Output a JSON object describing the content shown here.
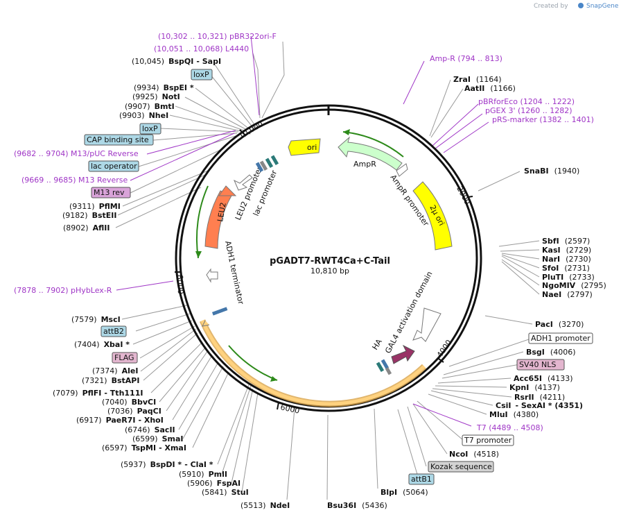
{
  "plasmid": {
    "name": "pGADT7-RWT4Ca+C-Tail",
    "length_label": "10,810 bp"
  },
  "branding": {
    "created_by": "Created by",
    "brand": "SnapGene"
  },
  "colors": {
    "primer": "#9f35c6",
    "backbone": "#111111",
    "ori": "#ffff00",
    "ampr": "#ccffcc",
    "leu2": "#ff7f50",
    "gal4": "#993366",
    "cds": "#ffd27f",
    "line": "#999999"
  },
  "tick_labels": [
    "10,000",
    "2000",
    "4000",
    "6000",
    "8000"
  ],
  "primers": [
    {
      "text": "(10,302 .. 10,321)  pBR322ori-F"
    },
    {
      "text": "(10,051 .. 10,068)  L4440"
    },
    {
      "text": "(9682 .. 9704)  M13/pUC Reverse"
    },
    {
      "text": "(9669 .. 9685)  M13 Reverse"
    },
    {
      "text": "(7878 .. 7902)  pHybLex-R"
    },
    {
      "text": "Amp-R    (794 .. 813)"
    },
    {
      "text": "pBRforEco    (1204 .. 1222)"
    },
    {
      "text": "pGEX 3'    (1260 .. 1282)"
    },
    {
      "text": "pRS-marker    (1382 .. 1401)"
    },
    {
      "text": "T7    (4489 .. 4508)"
    }
  ],
  "left_sites": [
    {
      "pos": "(10,045)",
      "name": "BspQI",
      "extra": "- SapI"
    },
    {
      "pos": "(9934)",
      "name": "BspEI *",
      "extra": ""
    },
    {
      "pos": "(9925)",
      "name": "NotI",
      "extra": ""
    },
    {
      "pos": "(9907)",
      "name": "BmtI",
      "extra": ""
    },
    {
      "pos": "(9903)",
      "name": "NheI",
      "extra": ""
    },
    {
      "pos": "(9311)",
      "name": "PflMI",
      "extra": ""
    },
    {
      "pos": "(9182)",
      "name": "BstEII",
      "extra": ""
    },
    {
      "pos": "(8902)",
      "name": "AflII",
      "extra": ""
    },
    {
      "pos": "(7579)",
      "name": "MscI",
      "extra": ""
    },
    {
      "pos": "(7404)",
      "name": "XbaI *",
      "extra": ""
    },
    {
      "pos": "(7374)",
      "name": "AleI",
      "extra": ""
    },
    {
      "pos": "(7321)",
      "name": "BstAPI",
      "extra": ""
    },
    {
      "pos": "(7079)",
      "name": "PflFI",
      "extra": "- Tth111I"
    },
    {
      "pos": "(7040)",
      "name": "BbvCI",
      "extra": ""
    },
    {
      "pos": "(7036)",
      "name": "PaqCI",
      "extra": ""
    },
    {
      "pos": "(6917)",
      "name": "PaeR7I",
      "extra": "- XhoI"
    },
    {
      "pos": "(6746)",
      "name": "SacII",
      "extra": ""
    },
    {
      "pos": "(6599)",
      "name": "SmaI",
      "extra": ""
    },
    {
      "pos": "(6597)",
      "name": "TspMI",
      "extra": "- XmaI"
    },
    {
      "pos": "(5937)",
      "name": "BspDI *",
      "extra": "- ClaI *"
    },
    {
      "pos": "(5910)",
      "name": "PmlI",
      "extra": ""
    },
    {
      "pos": "(5906)",
      "name": "FspAI",
      "extra": ""
    },
    {
      "pos": "(5841)",
      "name": "StuI",
      "extra": ""
    }
  ],
  "right_sites": [
    {
      "name": "ZraI",
      "pos": "(1164)"
    },
    {
      "name": "AatII",
      "pos": "(1166)"
    },
    {
      "name": "SnaBI",
      "pos": "(1940)"
    },
    {
      "name": "SbfI",
      "pos": "(2597)"
    },
    {
      "name": "KasI",
      "pos": "(2729)"
    },
    {
      "name": "NarI",
      "pos": "(2730)"
    },
    {
      "name": "SfoI",
      "pos": "(2731)"
    },
    {
      "name": "PluTI",
      "pos": "(2733)"
    },
    {
      "name": "NgoMIV",
      "pos": "(2795)"
    },
    {
      "name": "NaeI",
      "pos": "(2797)"
    },
    {
      "name": "PacI",
      "pos": "(3270)"
    },
    {
      "name": "BsgI",
      "pos": "(4006)"
    },
    {
      "name": "Acc65I",
      "pos": "(4133)"
    },
    {
      "name": "KpnI",
      "pos": "(4137)"
    },
    {
      "name": "RsrII",
      "pos": "(4211)"
    },
    {
      "name": "CsiI",
      "pos": "- SexAI *  (4351)"
    },
    {
      "name": "MluI",
      "pos": "(4380)"
    },
    {
      "name": "NcoI",
      "pos": "(4518)"
    }
  ],
  "bottom_sites": [
    {
      "pos": "(5513)",
      "name": "NdeI"
    },
    {
      "name": "Bsu36I",
      "pos": "(5436)"
    },
    {
      "name": "BlpI",
      "pos": "(5064)"
    }
  ],
  "boxed_features": [
    {
      "text": "loxP"
    },
    {
      "text": "loxP"
    },
    {
      "text": "CAP binding site"
    },
    {
      "text": "lac operator"
    },
    {
      "text": "M13 rev"
    },
    {
      "text": "attB2"
    },
    {
      "text": "FLAG"
    },
    {
      "text": "ADH1 promoter"
    },
    {
      "text": "SV40 NLS"
    },
    {
      "text": "T7 promoter"
    },
    {
      "text": "Kozak sequence"
    },
    {
      "text": "attB1"
    }
  ],
  "ring_labels": {
    "ori": "ori",
    "ampr": "AmpR",
    "ampr_promoter": "AmpR promoter",
    "two_micron": "2μ ori",
    "leu2": "LEU2",
    "leu2_promoter": "LEU2 promoter",
    "lac_promoter": "lac promoter",
    "adh1_terminator": "ADH1 terminator",
    "gal4": "GAL4 activation domain",
    "ha": "HA"
  }
}
